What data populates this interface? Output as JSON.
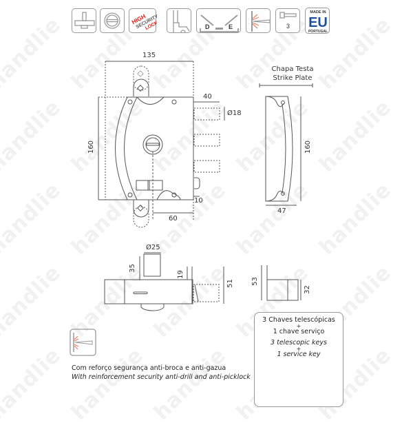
{
  "header_icons": [
    {
      "name": "surface-mount-icon",
      "label": ""
    },
    {
      "name": "cylinder-icon",
      "label": ""
    },
    {
      "name": "high-security-lock-badge",
      "lines": [
        "HIGH",
        "SECURITY",
        "LOCK"
      ]
    },
    {
      "name": "door-side-icon",
      "label": ""
    },
    {
      "name": "handing-icon",
      "left": "D",
      "right": "E"
    },
    {
      "name": "anti-drill-icon",
      "label": ""
    },
    {
      "name": "bolts-count-icon",
      "label": "3"
    },
    {
      "name": "made-in-eu-badge",
      "top": "MADE IN",
      "mid": "EU",
      "bottom": "PORTUGAL"
    }
  ],
  "front_view": {
    "width": "135",
    "height": "160",
    "bolt_projection": "40",
    "bolt_diameter": "Ø18",
    "latch_projection": "10",
    "backset": "60"
  },
  "strike_plate": {
    "title_pt": "Chapa Testa",
    "title_en": "Strike Plate",
    "height": "160",
    "width": "47"
  },
  "top_view": {
    "cylinder_diameter": "Ø25",
    "cylinder_height": "35",
    "front_offset": "19",
    "depth": "51"
  },
  "side_view": {
    "height": "53",
    "depth": "32"
  },
  "feature": {
    "caption_pt": "Com reforço segurança anti-broca e anti-gazua",
    "caption_en": "With reinforcement security anti-drill and anti-picklock"
  },
  "keys_box": {
    "line1_pt": "3 Chaves telescópicas",
    "plus1": "+",
    "line2_pt": "1 chave serviço",
    "line1_en": "3 telescopic keys",
    "plus2": "+",
    "line2_en": "1 service key"
  },
  "watermark": "handlie",
  "colors": {
    "line": "#555555",
    "icon_border": "#999999",
    "accent_red": "#e0201b",
    "eu_blue": "#1d4f9c",
    "drill_orange": "#f08060",
    "watermark": "#f1f1f1"
  }
}
